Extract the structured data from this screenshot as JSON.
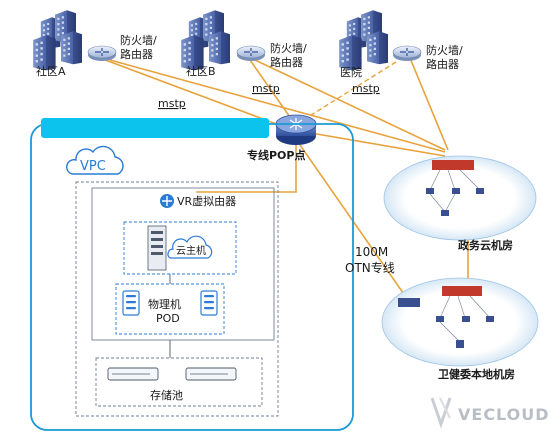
{
  "sites": {
    "a": {
      "name": "社区A",
      "device_line1": "防火墙/",
      "device_line2": "路由器"
    },
    "b": {
      "name": "社区B",
      "device_line1": "防火墙/",
      "device_line2": "路由器"
    },
    "c": {
      "name": "医院",
      "device_line1": "防火墙/",
      "device_line2": "路由器"
    }
  },
  "links": {
    "mstp1": "mstp",
    "mstp2": "mstp",
    "mstp3": "mstp",
    "otn_line1": "100M",
    "otn_line2": "OTN专线"
  },
  "pop": {
    "label": "专线POP点"
  },
  "cloud": {
    "vpc": "VPC",
    "vrouter": "VR虚拟由器",
    "vm": "云主机",
    "pod_line1": "物理机",
    "pod_line2": "POD",
    "storage": "存储池"
  },
  "rooms": {
    "gov": "政务云机房",
    "health": "卫健委本地机房"
  },
  "brand": {
    "name": "VECLOUD"
  },
  "colors": {
    "link": "#e8a33c",
    "blue": "#2b7bd6",
    "cloud_box": "#1a9ad6",
    "banner": "#0bc3ec",
    "text": "#1a1a1a"
  }
}
